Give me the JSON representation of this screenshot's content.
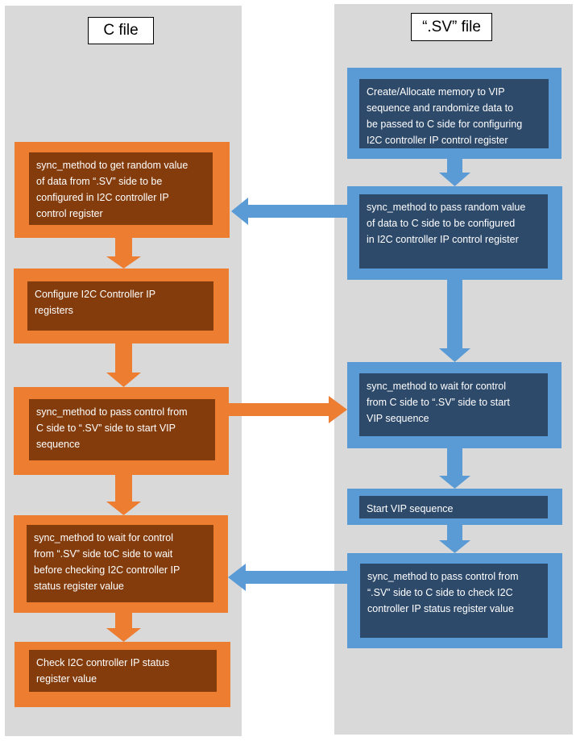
{
  "lanes": {
    "left_title": "C file",
    "right_title": "“.SV” file"
  },
  "colors": {
    "lane_bg": "#d9d9d9",
    "c_outer": "#ed7d31",
    "c_inner": "#843c0c",
    "sv_outer": "#5b9bd5",
    "sv_inner": "#2e4a6b"
  },
  "c_steps": [
    "sync_method to get random value\nof data from “.SV”  side  to be\nconfigured in I2C controller IP\ncontrol register",
    "Configure I2C Controller IP\nregisters",
    "sync_method to pass control from\nC side to “.SV” side to start VIP\nsequence",
    "sync_method to wait for control\nfrom “.SV”  side toC side to wait\nbefore checking I2C controller IP\nstatus register value",
    "Check I2C controller IP status\nregister value"
  ],
  "sv_steps": [
    "Create/Allocate memory to VIP\nsequence and randomize data to\nbe passed to C side for configuring\nI2C controller IP control register",
    "sync_method to pass random value\nof data to C side to be configured\nin I2C controller IP control register",
    "sync_method to wait for control\nfrom C side to “.SV” side to start\nVIP sequence",
    "Start VIP sequence",
    "sync_method to pass control from\n“.SV” side to C side to check I2C\ncontroller IP status register value"
  ]
}
